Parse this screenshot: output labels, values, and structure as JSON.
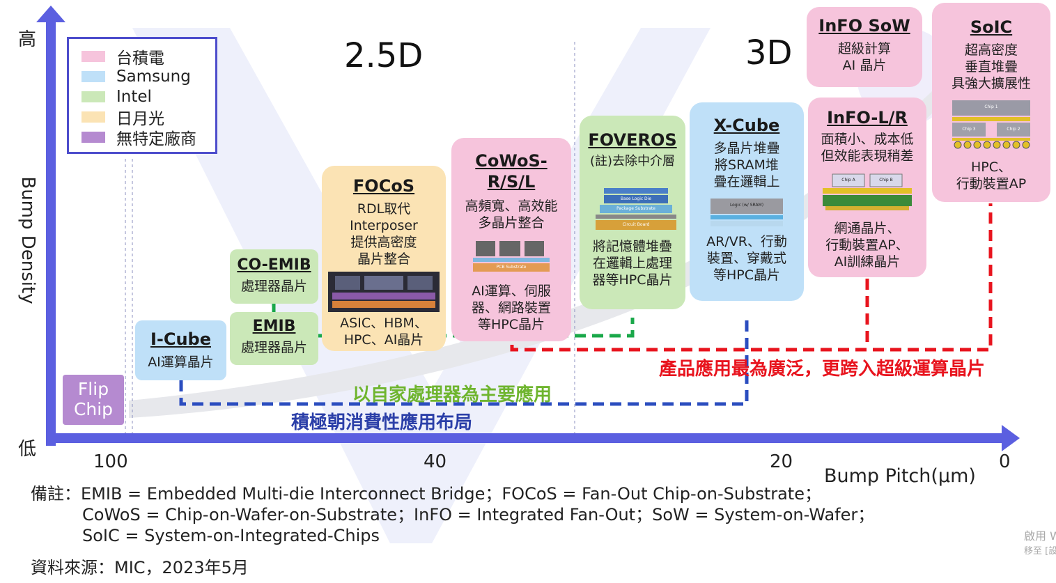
{
  "axes": {
    "y_high": "高",
    "y_low": "低",
    "y_label": "Bump Density",
    "x_label": "Bump Pitch(μm)",
    "x_ticks": [
      "100",
      "40",
      "20",
      "0"
    ]
  },
  "legend": [
    {
      "label": "台積電",
      "color": "#f6c4dc"
    },
    {
      "label": "Samsung",
      "color": "#bfe0f8"
    },
    {
      "label": "Intel",
      "color": "#cbe8b8"
    },
    {
      "label": "日月光",
      "color": "#fbe3b4"
    },
    {
      "label": "無特定廠商",
      "color": "#b58ad0"
    }
  ],
  "headings": {
    "d25": "2.5D",
    "d3": "3D"
  },
  "packages": {
    "flip_chip": {
      "title_1": "Flip",
      "title_2": "Chip"
    },
    "icube": {
      "title": "I-Cube",
      "desc": "AI運算晶片"
    },
    "coemib": {
      "title": "CO-EMIB",
      "desc": "處理器晶片"
    },
    "emib": {
      "title": "EMIB",
      "desc": "處理器晶片"
    },
    "focos": {
      "title": "FOCoS",
      "desc_1": "RDL取代",
      "desc_2": "Interposer",
      "desc_3": "提供高密度",
      "desc_4": "晶片整合",
      "app_1": "ASIC、HBM、",
      "app_2": "HPC、AI晶片"
    },
    "cowos": {
      "title_1": "CoWoS-",
      "title_2": "R/S/L",
      "desc_1": "高頻寬、高效能",
      "desc_2": "多晶片整合",
      "app_1": "AI運算、伺服",
      "app_2": "器、網路裝置",
      "app_3": "等HPC晶片",
      "img_label": "PCB Substrate"
    },
    "foveros": {
      "title": "FOVEROS",
      "desc": "(註)去除中介層",
      "app_1": "將記憶體堆疊",
      "app_2": "在邏輯上處理",
      "app_3": "器等HPC晶片",
      "img_label_1": "Base Logic Die",
      "img_label_2": "Package Substrate",
      "img_label_3": "Circuit Board"
    },
    "xcube": {
      "title": "X-Cube",
      "desc_1": "多晶片堆疊",
      "desc_2": "將SRAM堆",
      "desc_3": "疊在邏輯上",
      "app_1": "AR/VR、行動",
      "app_2": "裝置、穿戴式",
      "app_3": "等HPC晶片",
      "img_label": "Logic (w/ SRAM)"
    },
    "infol": {
      "title": "InFO-L/R",
      "desc_1": "面積小、成本低",
      "desc_2": "但效能表現稍差",
      "app_1": "網通晶片、",
      "app_2": "行動裝置AP、",
      "app_3": "AI訓練晶片",
      "img_label_1": "Chip A",
      "img_label_2": "Chip B"
    },
    "infosow": {
      "title": "InFO SoW",
      "desc_1": "超級計算",
      "desc_2": "AI 晶片"
    },
    "soic": {
      "title": "SoIC",
      "desc_1": "超高密度",
      "desc_2": "垂直堆疊",
      "desc_3": "具強大擴展性",
      "app_1": "HPC、",
      "app_2": "行動裝置AP",
      "img_label_1": "Chip 1",
      "img_label_2": "Chip 3",
      "img_label_3": "Chip 2"
    }
  },
  "annotations": {
    "green": "以自家處理器為主要應用",
    "blue": "積極朝消費性應用布局",
    "red": "產品應用最為廣泛，更跨入超級運算晶片"
  },
  "colors": {
    "axis": "#5b5fe0",
    "green": "#1aa84a",
    "green_text": "#6fb52f",
    "blue": "#2b4dbf",
    "blue_text": "#2b3fa8",
    "red": "#e8141e"
  },
  "notes": {
    "line_1": "備註：EMIB = Embedded Multi-die Interconnect Bridge；FOCoS = Fan-Out Chip-on-Substrate；",
    "line_2": "CoWoS = Chip-on-Wafer-on-Substrate；InFO = Integrated Fan-Out；SoW = System-on-Wafer；",
    "line_3": "SoIC = System-on-Integrated-Chips",
    "source": "資料來源：MIC，2023年5月"
  },
  "watermark": {
    "line_1": "啟用 W",
    "line_2": "移至 [設"
  }
}
